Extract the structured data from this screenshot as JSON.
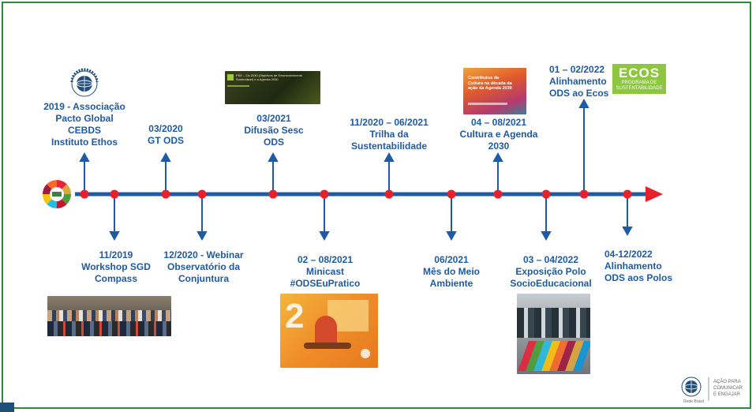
{
  "events": [
    {
      "lines": [
        "2019 - Associação",
        "Pacto Global",
        "CEBDS",
        "Instituto Ethos"
      ],
      "side": "up"
    },
    {
      "lines": [
        "11/2019",
        "Workshop SGD",
        "Compass"
      ],
      "side": "down"
    },
    {
      "lines": [
        "03/2020",
        "GT ODS"
      ],
      "side": "up"
    },
    {
      "lines": [
        "12/2020 - Webinar",
        "Observatório da",
        "Conjuntura"
      ],
      "side": "down"
    },
    {
      "lines": [
        "03/2021",
        "Difusão Sesc",
        "ODS"
      ],
      "side": "up"
    },
    {
      "lines": [
        "02 – 08/2021",
        "Minicast",
        "#ODSEuPratico"
      ],
      "side": "down"
    },
    {
      "lines": [
        "11/2020 – 06/2021",
        "Trilha da",
        "Sustentabilidade"
      ],
      "side": "up"
    },
    {
      "lines": [
        "06/2021",
        "Mês do Meio",
        "Ambiente"
      ],
      "side": "down"
    },
    {
      "lines": [
        "04 – 08/2021",
        "Cultura e Agenda",
        "2030"
      ],
      "side": "up"
    },
    {
      "lines": [
        "03 – 04/2022",
        "Exposição Polo",
        "SocioEducacional"
      ],
      "side": "down"
    },
    {
      "lines": [
        "01 – 02/2022",
        "Alinhamento",
        "ODS ao Ecos"
      ],
      "side": "up"
    },
    {
      "lines": [
        "04-12/2022",
        "Alinhamento",
        "ODS aos Polos"
      ],
      "side": "down"
    }
  ],
  "logo": {
    "icon": "un-global-compact-icon",
    "arc_text": "UN GLOBAL COMPACT"
  },
  "ecos": {
    "title": "ECOS",
    "subtitle": "PROGRAMA DE",
    "subtitle2": "SUSTENTABILIDADE"
  },
  "culture_card": {
    "title": "Contributos da Cultura na década da ação da Agenda 2030"
  },
  "difusao_card": {
    "title": "PSE – Os 2030 (Objetivos de Desenvolvimento Sustentável) e a Agenda 2030"
  },
  "minicast_card": {
    "number": "2"
  },
  "footer_brand": {
    "lines": [
      "AÇÃO PARA",
      "COMUNICAR",
      "E ENGAJAR"
    ],
    "caption": "Rede Brasil"
  },
  "colors": {
    "line": "#1f5aa6",
    "dot": "#e8202a",
    "arrowhead": "#e8202a",
    "text": "#1f5aa6",
    "border": "#2e8b3e"
  }
}
